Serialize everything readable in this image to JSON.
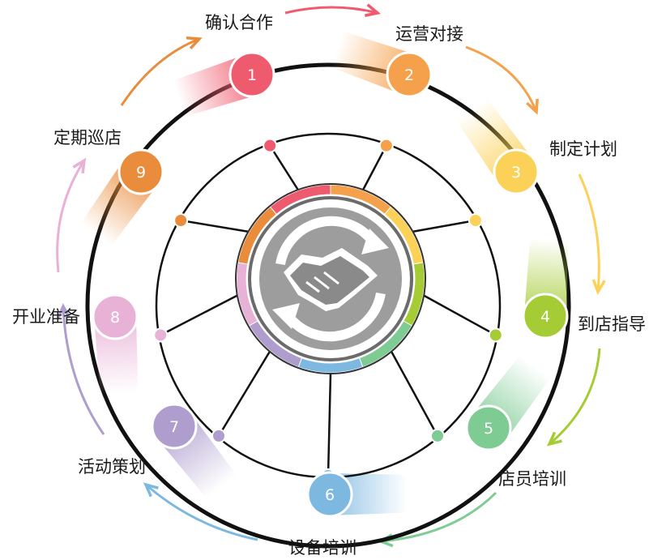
{
  "diagram": {
    "center_icon": "handshake-cycle-icon",
    "steps": [
      {
        "num": "1",
        "label": "确认合作",
        "color": "#ef5b6e"
      },
      {
        "num": "2",
        "label": "运营对接",
        "color": "#f5a04a"
      },
      {
        "num": "3",
        "label": "制定计划",
        "color": "#fbd157"
      },
      {
        "num": "4",
        "label": "到店指导",
        "color": "#a5cc35"
      },
      {
        "num": "5",
        "label": "店员培训",
        "color": "#7fcb94"
      },
      {
        "num": "6",
        "label": "设备培训",
        "color": "#7db8e1"
      },
      {
        "num": "7",
        "label": "活动策划",
        "color": "#ae9dcd"
      },
      {
        "num": "8",
        "label": "开业准备",
        "color": "#e8b1d6"
      },
      {
        "num": "9",
        "label": "定期巡店",
        "color": "#e98c3c"
      }
    ]
  }
}
